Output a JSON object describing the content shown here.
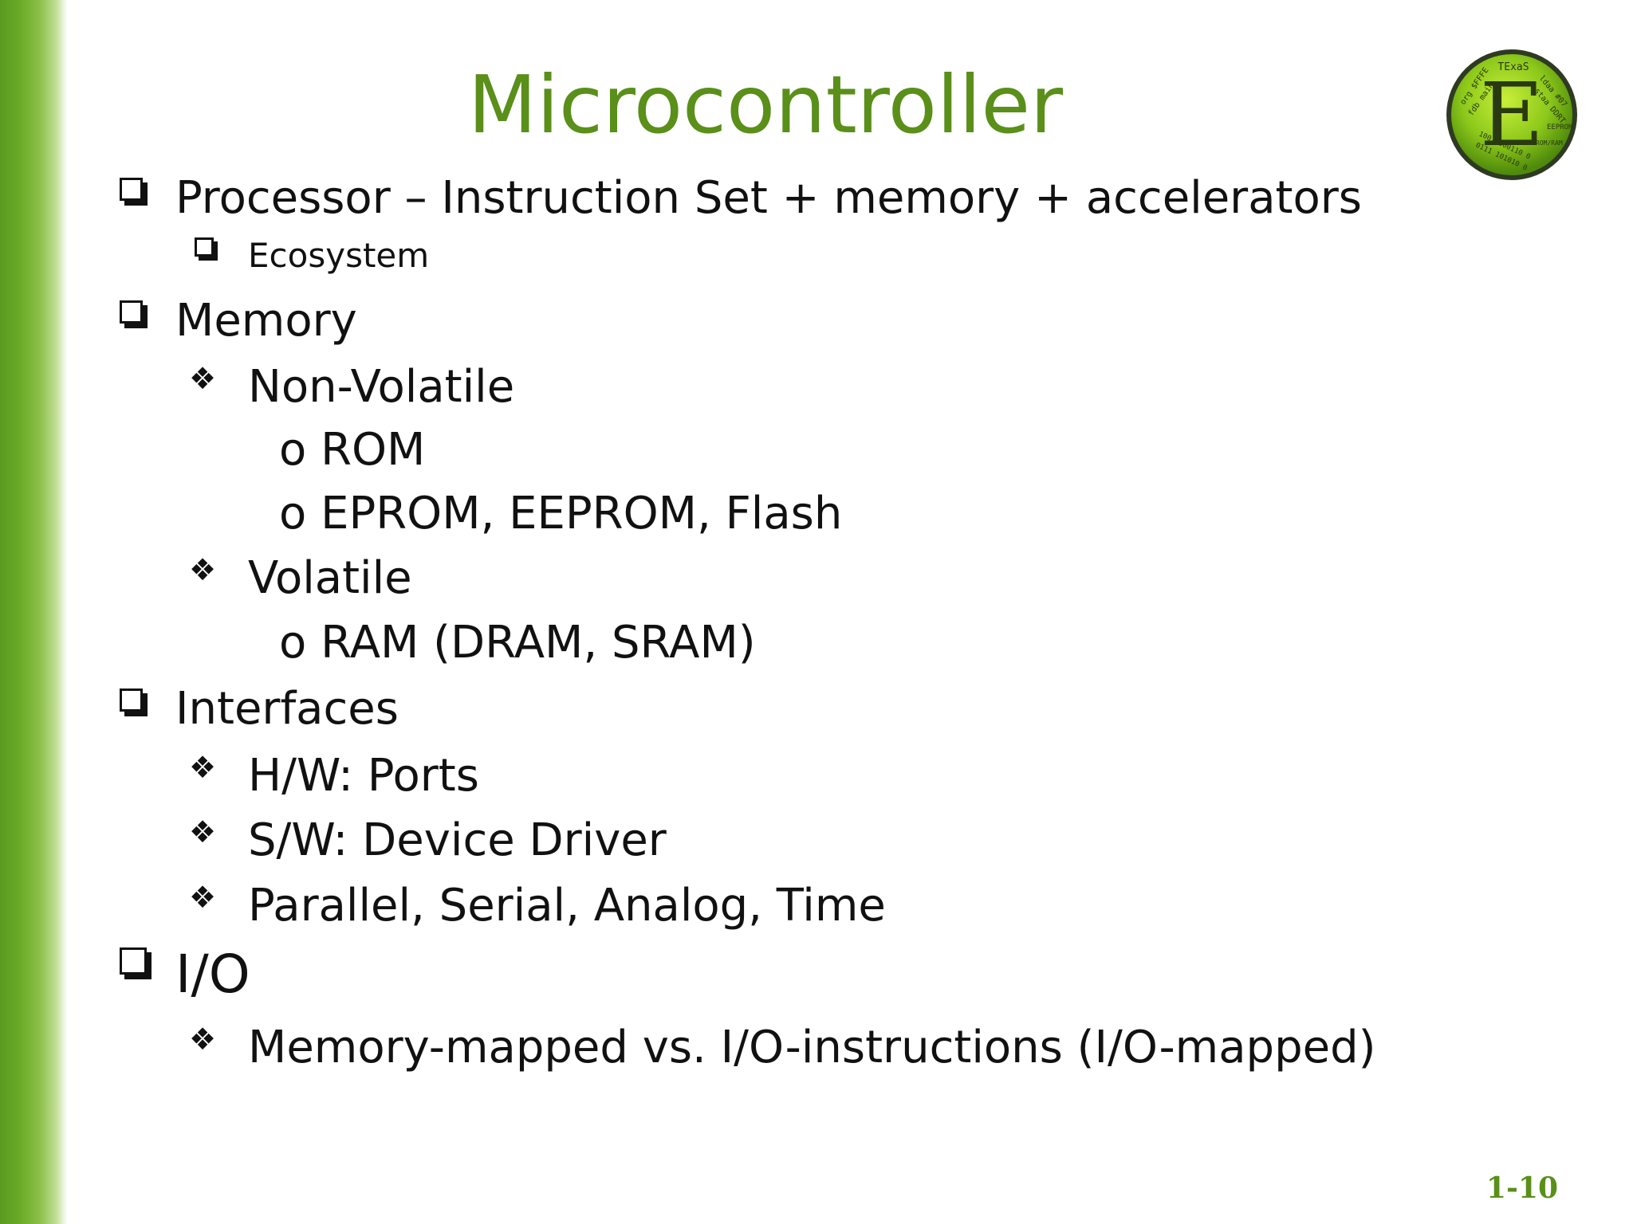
{
  "slide": {
    "title": "Microcontroller",
    "page_number": "1-10",
    "accent_color": "#5a8f1a",
    "logo": {
      "icon": "texas-e-logo",
      "letter": "E",
      "text_top": "TExaS",
      "text_bits": [
        "org $FFFE",
        "fdb main",
        "ldaa #07",
        "staa DDRT",
        "EEPROM",
        "ROM/RAM",
        "1001 000110 0",
        "0111 101010 0"
      ]
    }
  },
  "bullets": {
    "processor": {
      "label": "Processor – Instruction Set + memory + accelerators",
      "sub": {
        "ecosystem": "Ecosystem"
      }
    },
    "memory": {
      "label": "Memory",
      "nonvolatile": {
        "label": "Non-Volatile",
        "items": [
          "o ROM",
          "o EPROM, EEPROM, Flash"
        ]
      },
      "volatile": {
        "label": "Volatile",
        "items": [
          "o RAM (DRAM, SRAM)"
        ]
      }
    },
    "interfaces": {
      "label": "Interfaces",
      "items": [
        "H/W: Ports",
        "S/W: Device Driver",
        "Parallel, Serial, Analog, Time"
      ]
    },
    "io": {
      "label": "I/O",
      "items": [
        "Memory-mapped vs. I/O-instructions (I/O-mapped)"
      ]
    }
  }
}
